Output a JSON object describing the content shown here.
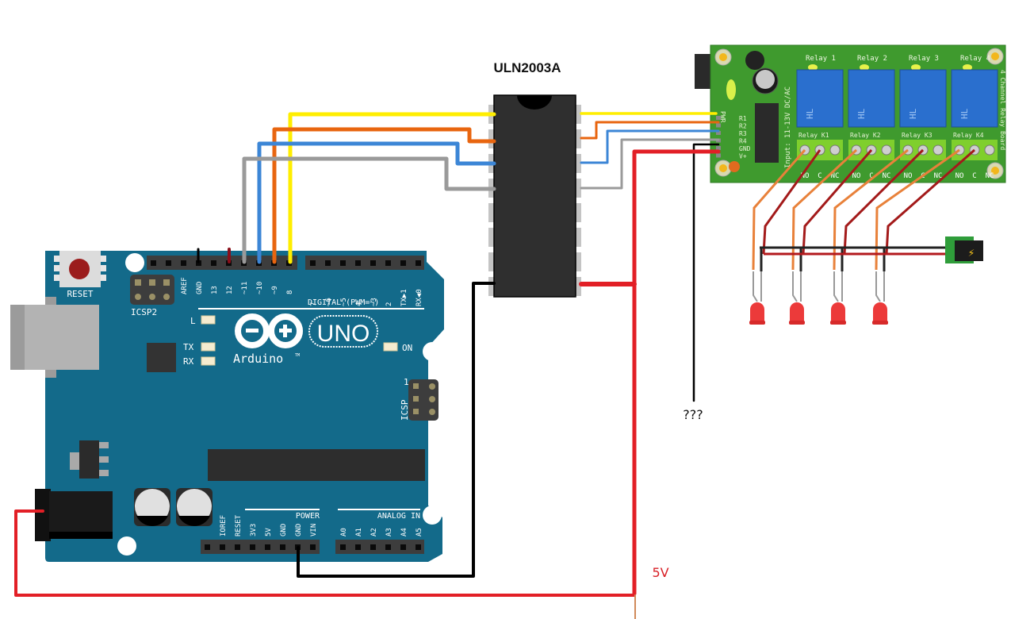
{
  "colors": {
    "board_blue": "#136a8a",
    "header_dark": "#3d3d3d",
    "wire_yellow": "#ffee00",
    "wire_orange": "#e8650f",
    "wire_blue": "#3c86d6",
    "wire_gray": "#9a9a9a",
    "wire_red": "#e21f26",
    "wire_black": "#000000",
    "wire_darkred": "#a31a1a",
    "relay_green": "#3f9a2e",
    "relay_blue": "#2a6fce",
    "led_red": "#ec3a3a",
    "note_5v": "#d81f26"
  },
  "ic": {
    "label": "ULN2003A"
  },
  "arduino": {
    "reset_label": "RESET",
    "icsp2_label": "ICSP2",
    "icsp_label": "ICSP",
    "icsp_pin1": "1",
    "led_l": "L",
    "led_tx": "TX",
    "led_rx": "RX",
    "led_on": "ON",
    "logo_text": "Arduino",
    "logo_tm": "TM",
    "model": "UNO",
    "digital_label": "DIGITAL (PWM=~)",
    "power_label": "POWER",
    "analog_label": "ANALOG IN",
    "digital_pins_left": [
      "AREF",
      "GND",
      "13",
      "12",
      "~11",
      "~10",
      "~9",
      "8"
    ],
    "digital_pins_right": [
      "7",
      "~6",
      "~5",
      "4",
      "~3",
      "2",
      "TX▶1",
      "RX◀0"
    ],
    "power_pins": [
      "IOREF",
      "RESET",
      "3V3",
      "5V",
      "GND",
      "GND",
      "VIN"
    ],
    "analog_pins": [
      "A0",
      "A1",
      "A2",
      "A3",
      "A4",
      "A5"
    ]
  },
  "relay_board": {
    "relay_labels": [
      "Relay 1",
      "Relay 2",
      "Relay 3",
      "Relay 4"
    ],
    "terminal_labels": [
      "Relay K1",
      "Relay K2",
      "Relay K3",
      "Relay K4"
    ],
    "contact_labels": [
      "NO",
      "C",
      "NC"
    ],
    "input_pins": [
      "R1",
      "R2",
      "R3",
      "R4",
      "GND",
      "V+"
    ],
    "pwr_label": "PWR",
    "input_spec": "Input: 11-13V DC/AC",
    "board_title": "4 Channel Relay Board",
    "relay_brand": "HL"
  },
  "annotations": {
    "unknown": "???",
    "five_volt": "5V"
  },
  "leds": {
    "count": 4
  }
}
